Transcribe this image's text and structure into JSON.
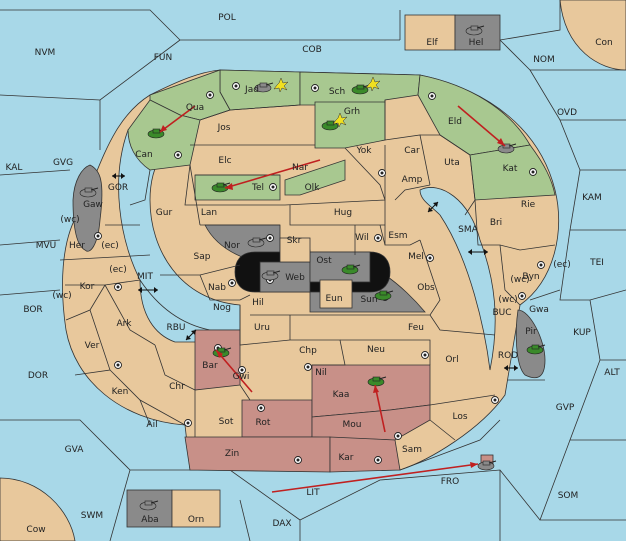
{
  "colors": {
    "sea": "#a8d8e8",
    "land": "#e8c89c",
    "player_green": "#a8c890",
    "player_dark": "#8a8a8a",
    "player_red": "#c89088",
    "black": "#111111",
    "arrow": "#c02020",
    "unit": "#3a8a2a"
  },
  "sea_regions": [
    "POL",
    "NVM",
    "FUN",
    "COB",
    "NOM",
    "Con",
    "OVD",
    "KAL",
    "GVG",
    "GOR",
    "KAM",
    "MVU",
    "(wc)",
    "SMA",
    "TEI",
    "BOR",
    "MIT",
    "(ec)",
    "BUC",
    "KUP",
    "RBU",
    "ROD",
    "DOR",
    "ALT",
    "GVP",
    "GVA",
    "FRO",
    "SOM",
    "LIT",
    "SWM",
    "DAX",
    "Cow"
  ],
  "land_regions": [
    "Elf",
    "Hel",
    "Jad",
    "Sch",
    "Qua",
    "Grh",
    "Jos",
    "Eld",
    "Can",
    "Yok",
    "Car",
    "Elc",
    "Nar",
    "Uta",
    "Tel",
    "Olk",
    "Amp",
    "Kat",
    "Gaw",
    "Gur",
    "Lan",
    "Hug",
    "Rie",
    "Her",
    "Esm",
    "Bri",
    "Wil",
    "Skr",
    "Nor",
    "Sap",
    "Ost",
    "Mel",
    "Byn",
    "Kor",
    "Web",
    "Nab",
    "Eun",
    "Obs",
    "Sun",
    "Hil",
    "Gwa",
    "Ark",
    "Nog",
    "Uru",
    "Feu",
    "Pir",
    "Chp",
    "Neu",
    "Ver",
    "Bar",
    "Nil",
    "Orl",
    "Gwi",
    "Ken",
    "Chr",
    "Kaa",
    "Los",
    "Ail",
    "Sot",
    "Rot",
    "Mou",
    "Sam",
    "Zin",
    "Kar",
    "Aba",
    "Orn"
  ],
  "dbl_arrows": [
    "gor-dbl",
    "mit-dbl",
    "sma-dbl",
    "rbu-dbl",
    "rod-dbl",
    "sma2-dbl"
  ],
  "moves": [
    "Qua-Can",
    "Nar-Tel",
    "Eld-Kat",
    "Gwi-Bar",
    "Mou-Kaa",
    "LIT-FRO"
  ]
}
